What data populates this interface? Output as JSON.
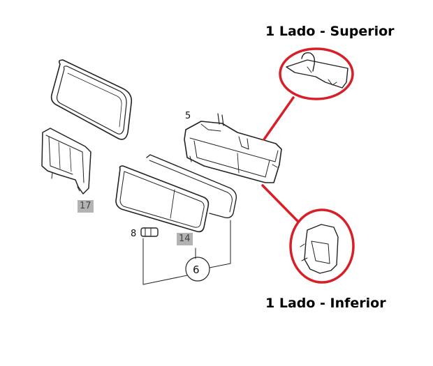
{
  "callouts": {
    "top_label": "1 Lado - Superior",
    "bottom_label": "1 Lado - Inferior"
  },
  "part_numbers": {
    "housing": "5",
    "cover": "17",
    "bulb": "8",
    "lens": "14",
    "set": "6"
  },
  "colors": {
    "callout_circle": "#d81e26",
    "line_art": "#222222",
    "label_box": "#b3b3b3"
  }
}
